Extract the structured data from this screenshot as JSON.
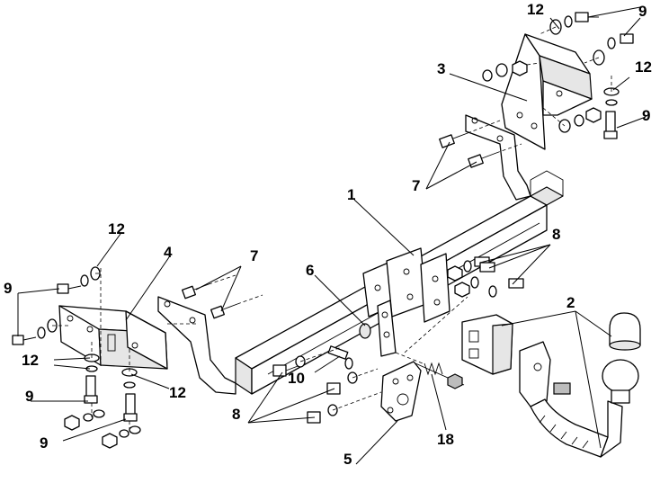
{
  "callouts": {
    "c1": "1",
    "c2": "2",
    "c3": "3",
    "c4": "4",
    "c5": "5",
    "c6": "6",
    "c7a": "7",
    "c7b": "7",
    "c8a": "8",
    "c8b": "8",
    "c9a": "9",
    "c9b": "9",
    "c9c": "9",
    "c9d": "9",
    "c9e": "9",
    "c10": "10",
    "c12a": "12",
    "c12b": "12",
    "c12c": "12",
    "c12d": "12",
    "c12e": "12",
    "c18": "18"
  }
}
